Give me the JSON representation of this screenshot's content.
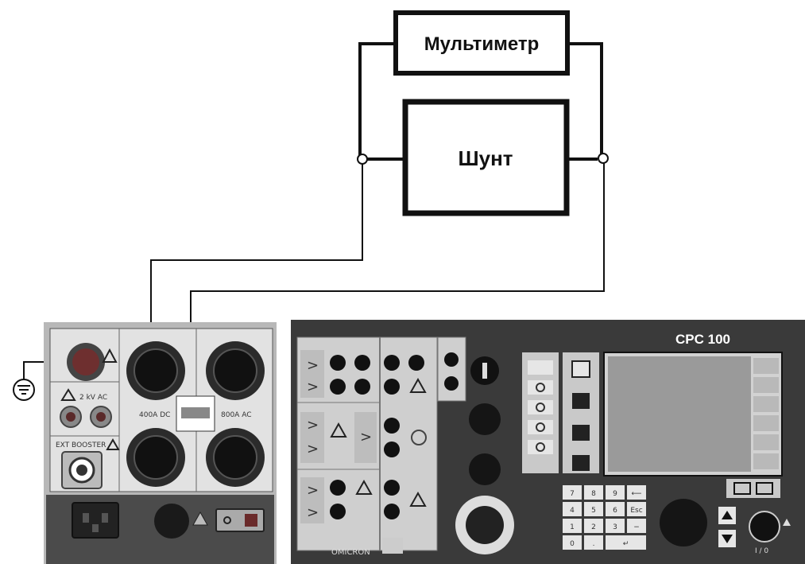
{
  "diagram": {
    "multimeter_label": "Мультиметр",
    "shunt_label": "Шунт"
  },
  "left_panel": {
    "hv_label": "2 kV AC",
    "ext_booster_label": "EXT BOOSTER",
    "dc_output_label": "400A DC",
    "ac_output_label": "800A AC"
  },
  "device": {
    "model": "CPC 100",
    "brand": "OMICRON",
    "keypad": [
      "7",
      "8",
      "9",
      "⟵",
      "4",
      "5",
      "6",
      "Esc",
      "1",
      "2",
      "3",
      "−",
      "0",
      ".",
      "↵"
    ],
    "power_label": "I / 0"
  }
}
